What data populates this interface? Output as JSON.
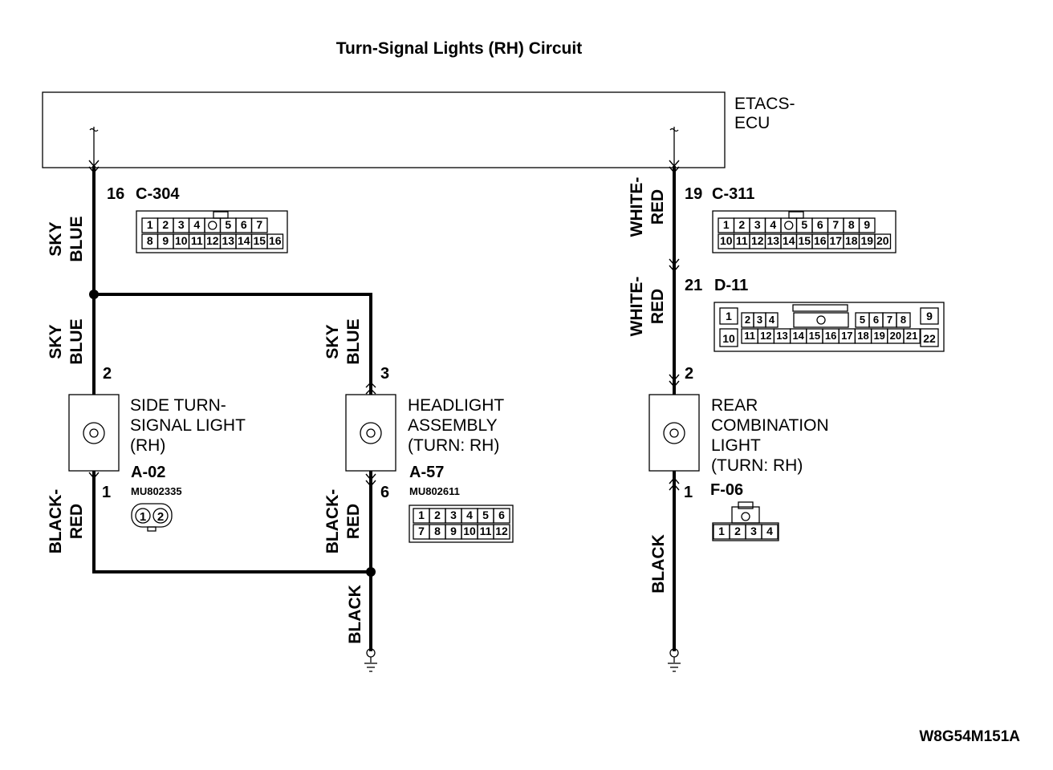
{
  "title": "Turn-Signal Lights (RH) Circuit",
  "ecu": {
    "label_line1": "ETACS-",
    "label_line2": "ECU"
  },
  "connectors": {
    "c304": {
      "pin": "16",
      "name": "C-304",
      "row1": [
        "1",
        "2",
        "3",
        "4",
        "",
        "5",
        "6",
        "7"
      ],
      "row2": [
        "8",
        "9",
        "10",
        "11",
        "12",
        "13",
        "14",
        "15",
        "16"
      ]
    },
    "c311": {
      "pin": "19",
      "name": "C-311",
      "row1": [
        "1",
        "2",
        "3",
        "4",
        "",
        "5",
        "6",
        "7",
        "8",
        "9"
      ],
      "row2": [
        "10",
        "11",
        "12",
        "13",
        "14",
        "15",
        "16",
        "17",
        "18",
        "19",
        "20"
      ]
    },
    "d11": {
      "pin": "21",
      "name": "D-11",
      "top": [
        "1",
        "2",
        "3",
        "4",
        "",
        "5",
        "6",
        "7",
        "8",
        "9"
      ],
      "bottom": [
        "10",
        "11",
        "12",
        "13",
        "14",
        "15",
        "16",
        "17",
        "18",
        "19",
        "20",
        "21",
        "22"
      ]
    },
    "a02": {
      "name": "A-02",
      "part": "MU802335",
      "pins": [
        "1",
        "2"
      ]
    },
    "a57": {
      "name": "A-57",
      "part": "MU802611",
      "row1": [
        "1",
        "2",
        "3",
        "4",
        "5",
        "6"
      ],
      "row2": [
        "7",
        "8",
        "9",
        "10",
        "11",
        "12"
      ]
    },
    "f06": {
      "name": "F-06",
      "pins": [
        "1",
        "2",
        "3",
        "4"
      ]
    }
  },
  "components": {
    "side_light": {
      "line1": "SIDE TURN-",
      "line2": "SIGNAL LIGHT",
      "line3": "(RH)",
      "pin_top": "2",
      "pin_bottom": "1"
    },
    "headlight": {
      "line1": "HEADLIGHT",
      "line2": "ASSEMBLY",
      "line3": "(TURN: RH)",
      "pin_top": "3",
      "pin_bottom": "6"
    },
    "rear_light": {
      "line1": "REAR",
      "line2": "COMBINATION",
      "line3": "LIGHT",
      "line4": "(TURN: RH)",
      "pin_top": "2",
      "pin_bottom": "1"
    }
  },
  "wires": {
    "sky": "SKY",
    "blue": "BLUE",
    "black_dash": "BLACK-",
    "red": "RED",
    "black": "BLACK",
    "white_dash": "WHITE-"
  },
  "figure_code": "W8G54M151A"
}
